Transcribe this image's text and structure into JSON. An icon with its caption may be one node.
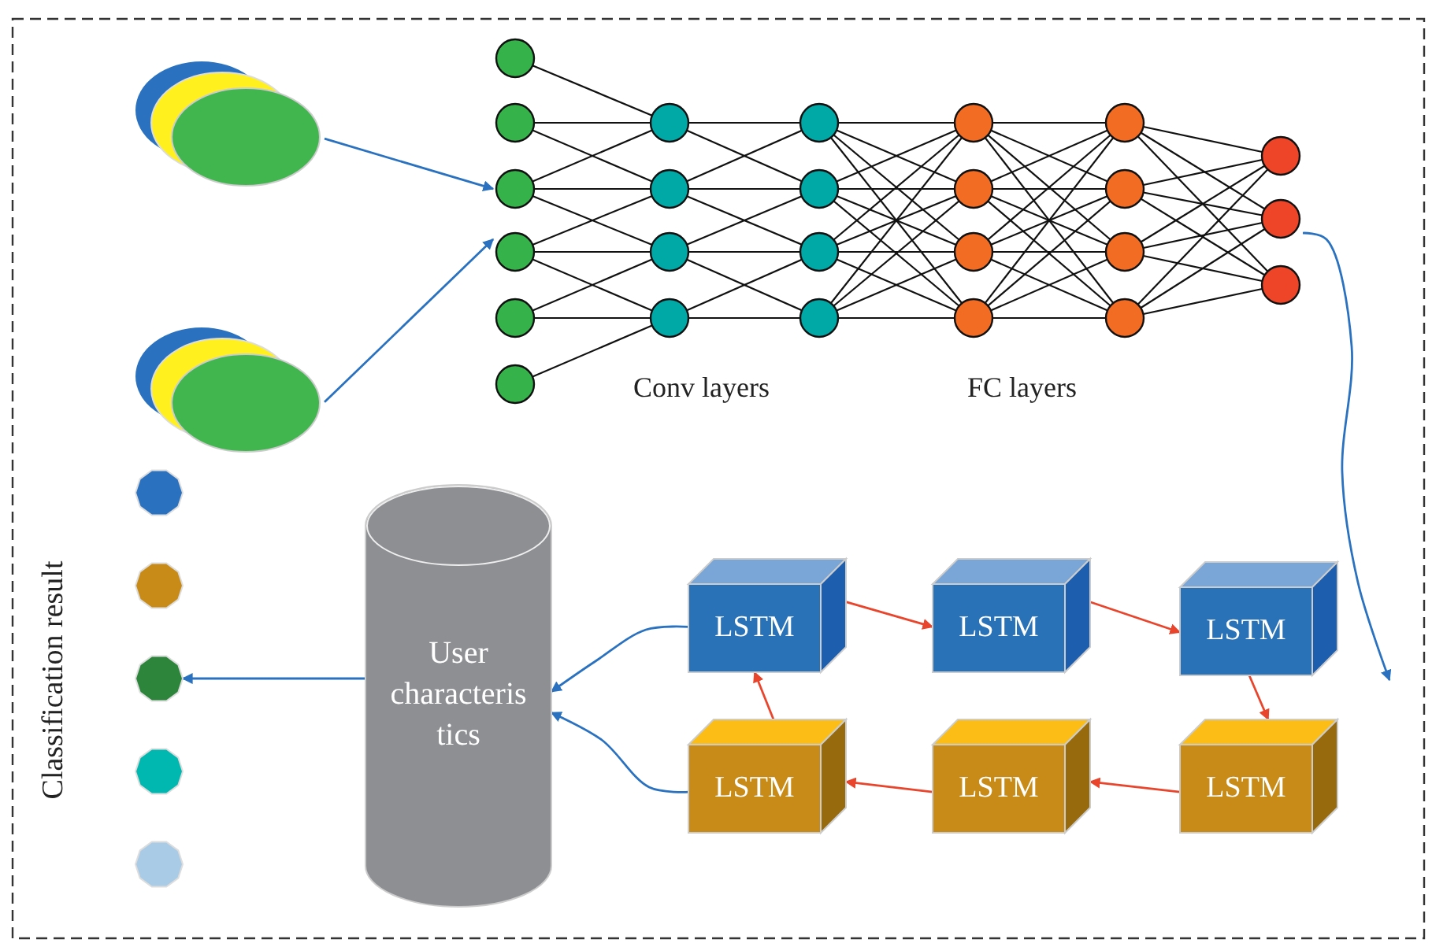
{
  "diagram": {
    "nodes": [
      {
        "text": [],
        "shape": "ellipse"
      },
      {
        "text": [],
        "shape": "ellipse"
      },
      {
        "text": [],
        "shape": "network"
      },
      {
        "text": [
          "User characteris tics"
        ]
      },
      {
        "text": [
          "LSTM"
        ]
      },
      {
        "text": [
          "LSTM"
        ]
      },
      {
        "text": [
          "LSTM"
        ]
      },
      {
        "text": [
          "LSTM"
        ]
      },
      {
        "text": [
          "LSTM"
        ]
      },
      {
        "text": [
          "LSTM"
        ]
      },
      {
        "text": [],
        "shape": "circle"
      },
      {
        "text": [],
        "shape": "circle"
      },
      {
        "text": [],
        "shape": "circle"
      },
      {
        "text": [],
        "shape": "circle"
      },
      {
        "text": [],
        "shape": "circle"
      }
    ],
    "edges": [
      {
        "from": 0,
        "to": 2,
        "arrow": "to"
      },
      {
        "from": 1,
        "to": 2,
        "arrow": "to"
      },
      {
        "from": 2,
        "to": null,
        "arrow": "to"
      },
      {
        "from": 4,
        "to": 5,
        "arrow": "to",
        "color": "#e8452c"
      },
      {
        "from": 5,
        "to": 6,
        "arrow": "to",
        "color": "#e8452c"
      },
      {
        "from": 6,
        "to": 9,
        "arrow": "to",
        "color": "#e8452c"
      },
      {
        "from": 9,
        "to": 8,
        "arrow": "to",
        "color": "#e8452c"
      },
      {
        "from": 8,
        "to": 7,
        "arrow": "to",
        "color": "#e8452c"
      },
      {
        "from": 7,
        "to": 4,
        "arrow": "to",
        "color": "#e8452c"
      },
      {
        "from": 4,
        "to": 3,
        "arrow": "to"
      },
      {
        "from": 7,
        "to": 3,
        "arrow": "to"
      },
      {
        "from": 3,
        "to": 12,
        "arrow": "to"
      }
    ],
    "labels": [
      "Conv layers",
      "FC layers",
      "Classification result"
    ]
  }
}
